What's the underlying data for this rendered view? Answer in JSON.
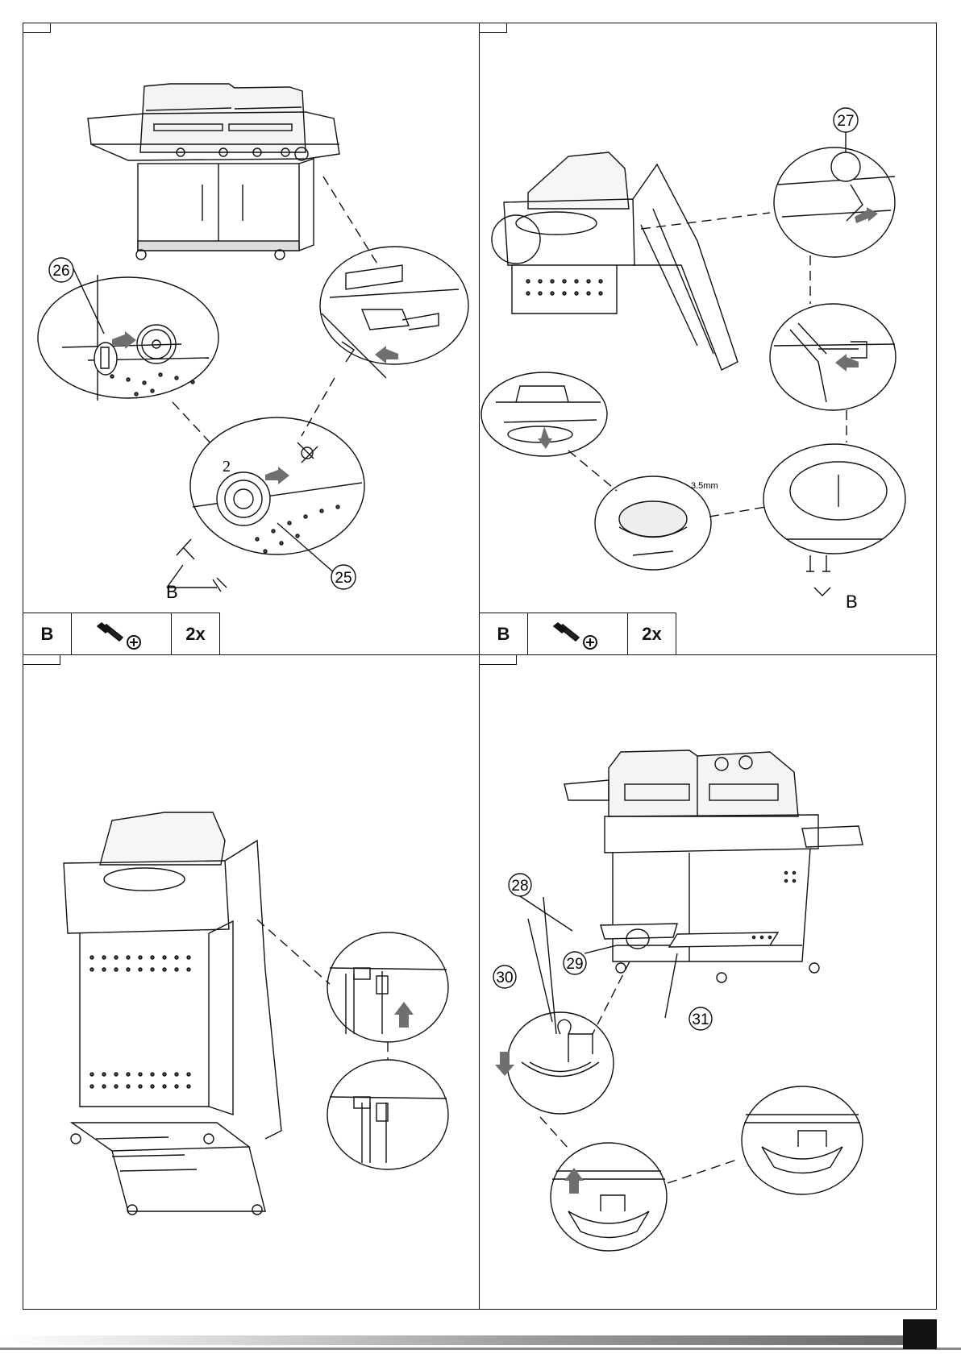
{
  "panels": [
    {
      "callouts": [
        "26",
        "25",
        "2"
      ],
      "screw_label": "B",
      "parts": {
        "letter": "B",
        "icon": "screw-icon",
        "qty": "2x"
      }
    },
    {
      "callouts": [
        "27",
        "3.5mm"
      ],
      "screw_label": "B",
      "parts": {
        "letter": "B",
        "icon": "screw-icon",
        "qty": "2x"
      }
    },
    {
      "callouts": []
    },
    {
      "callouts": [
        "28",
        "29",
        "30",
        "31"
      ]
    }
  ],
  "colors": {
    "line": "#111111",
    "arrow": "#6f6f6f",
    "page_box": "#111111"
  }
}
